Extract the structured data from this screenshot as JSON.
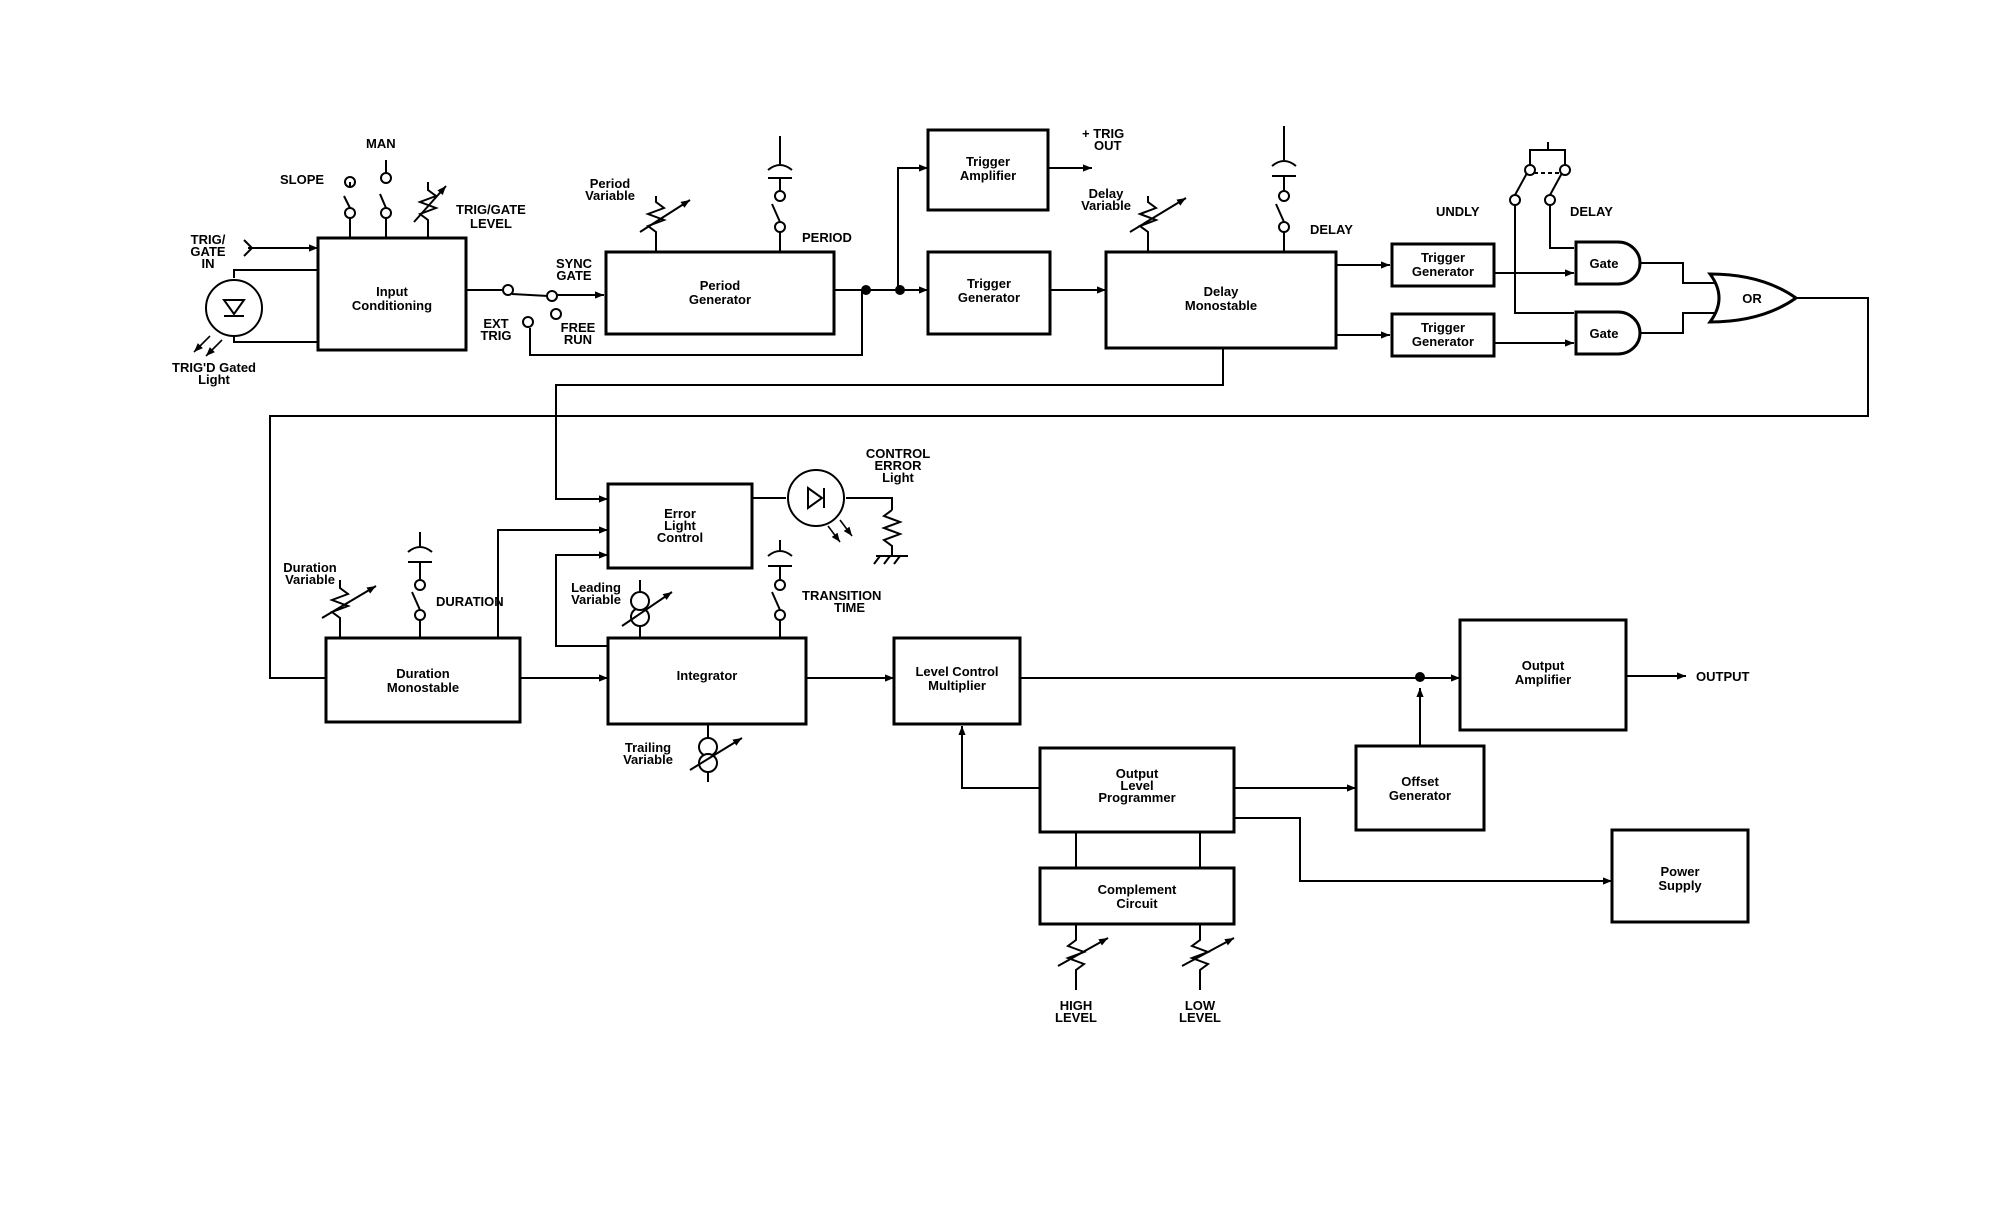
{
  "blocks": {
    "input_conditioning": [
      "Input",
      "Conditioning"
    ],
    "period_generator": [
      "Period",
      "Generator"
    ],
    "trigger_amplifier": [
      "Trigger",
      "Amplifier"
    ],
    "trigger_generator_main": [
      "Trigger",
      "Generator"
    ],
    "delay_monostable": [
      "Delay",
      "Monostable"
    ],
    "trigger_generator_upper": [
      "Trigger",
      "Generator"
    ],
    "trigger_generator_lower": [
      "Trigger",
      "Generator"
    ],
    "gate_upper": "Gate",
    "gate_lower": "Gate",
    "or_gate": "OR",
    "error_light_control": [
      "Error",
      "Light",
      "Control"
    ],
    "duration_monostable": [
      "Duration",
      "Monostable"
    ],
    "integrator": "Integrator",
    "level_control_multiplier": [
      "Level Control",
      "Multiplier"
    ],
    "output_amplifier": [
      "Output",
      "Amplifier"
    ],
    "output_level_programmer": [
      "Output",
      "Level",
      "Programmer"
    ],
    "offset_generator": [
      "Offset",
      "Generator"
    ],
    "complement_circuit": [
      "Complement",
      "Circuit"
    ],
    "power_supply": [
      "Power",
      "Supply"
    ]
  },
  "labels": {
    "man": "MAN",
    "slope": "SLOPE",
    "trig_gate_level": [
      "TRIG/GATE",
      "LEVEL"
    ],
    "trig_gate_in": [
      "TRIG/",
      "GATE",
      "IN"
    ],
    "trigd_gated_light": [
      "TRIG'D Gated",
      "Light"
    ],
    "sync_gate": [
      "SYNC",
      "GATE"
    ],
    "ext_trig": [
      "EXT",
      "TRIG"
    ],
    "free_run": [
      "FREE",
      "RUN"
    ],
    "period_variable": [
      "Period",
      "Variable"
    ],
    "period": "PERIOD",
    "trig_out": [
      "+ TRIG",
      "OUT"
    ],
    "delay_variable": [
      "Delay",
      "Variable"
    ],
    "delay_switch": "DELAY",
    "undly": "UNDLY",
    "delay_mode": "DELAY",
    "control_error_light": [
      "CONTROL",
      "ERROR",
      "Light"
    ],
    "duration_variable": [
      "Duration",
      "Variable"
    ],
    "duration": "DURATION",
    "leading_variable": [
      "Leading",
      "Variable"
    ],
    "transition_time": [
      "TRANSITION",
      "TIME"
    ],
    "trailing_variable": [
      "Trailing",
      "Variable"
    ],
    "output": "OUTPUT",
    "high_level": [
      "HIGH",
      "LEVEL"
    ],
    "low_level": [
      "LOW",
      "LEVEL"
    ]
  }
}
